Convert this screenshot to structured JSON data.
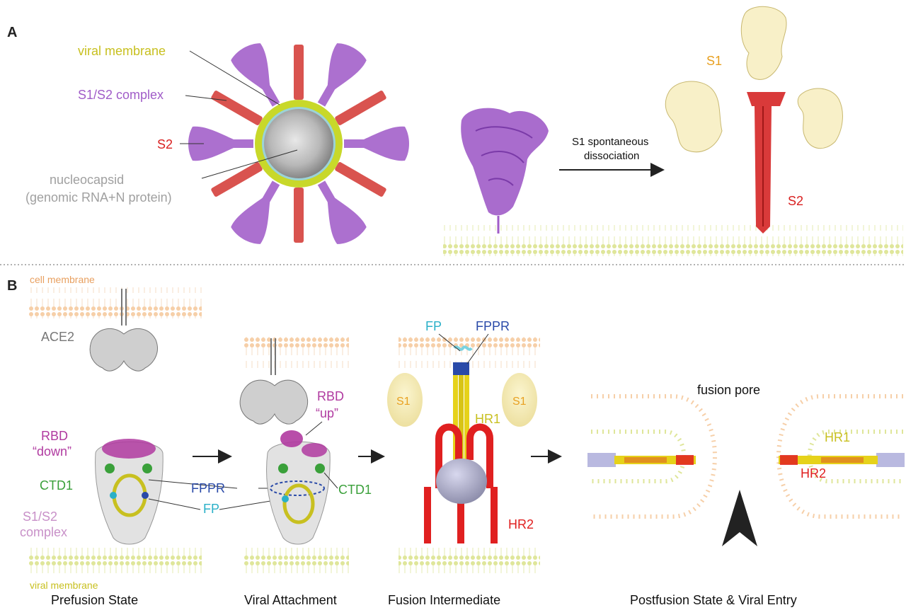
{
  "colors": {
    "viral_membrane": "#c8d82a",
    "s1s2": "#a05cc8",
    "s2": "#d9534f",
    "grey_label": "#a0a0a0",
    "s1_label": "#e8a020",
    "cell_membrane": "#e8a060",
    "rbd": "#b03aa0",
    "ctd1": "#3aa03a",
    "fppr": "#2a4aa8",
    "fp": "#2ab0c8",
    "hr1": "#c8c020",
    "hr2": "#e02020",
    "arrow": "#222222"
  },
  "panel_a": {
    "letter": "A",
    "viral_membrane": "viral membrane",
    "s1s2_complex": "S1/S2 complex",
    "s2": "S2",
    "nucleocapsid_1": "nucleocapsid",
    "nucleocapsid_2": "(genomic RNA+N protein)",
    "dissociation_1": "S1 spontaneous",
    "dissociation_2": "dissociation",
    "s1_top": "S1",
    "s2_right": "S2"
  },
  "panel_b": {
    "letter": "B",
    "cell_membrane": "cell membrane",
    "ace2": "ACE2",
    "rbd": "RBD",
    "down": "“down”",
    "up": "“up”",
    "ctd1": "CTD1",
    "ctd1_b": "CTD1",
    "fppr": "FPPR",
    "fp": "FP",
    "s1s2_1": "S1/S2",
    "s1s2_2": "complex",
    "viral_membrane": "viral membrane",
    "fp_top": "FP",
    "fppr_top": "FPPR",
    "s1_left": "S1",
    "s1_right": "S1",
    "hr1": "HR1",
    "hr2": "HR2",
    "fusion_pore": "fusion pore",
    "hr1_post": "HR1",
    "hr2_post": "HR2",
    "stage_1": "Prefusion State",
    "stage_2": "Viral Attachment",
    "stage_3": "Fusion Intermediate",
    "stage_4": "Postfusion State & Viral Entry"
  }
}
